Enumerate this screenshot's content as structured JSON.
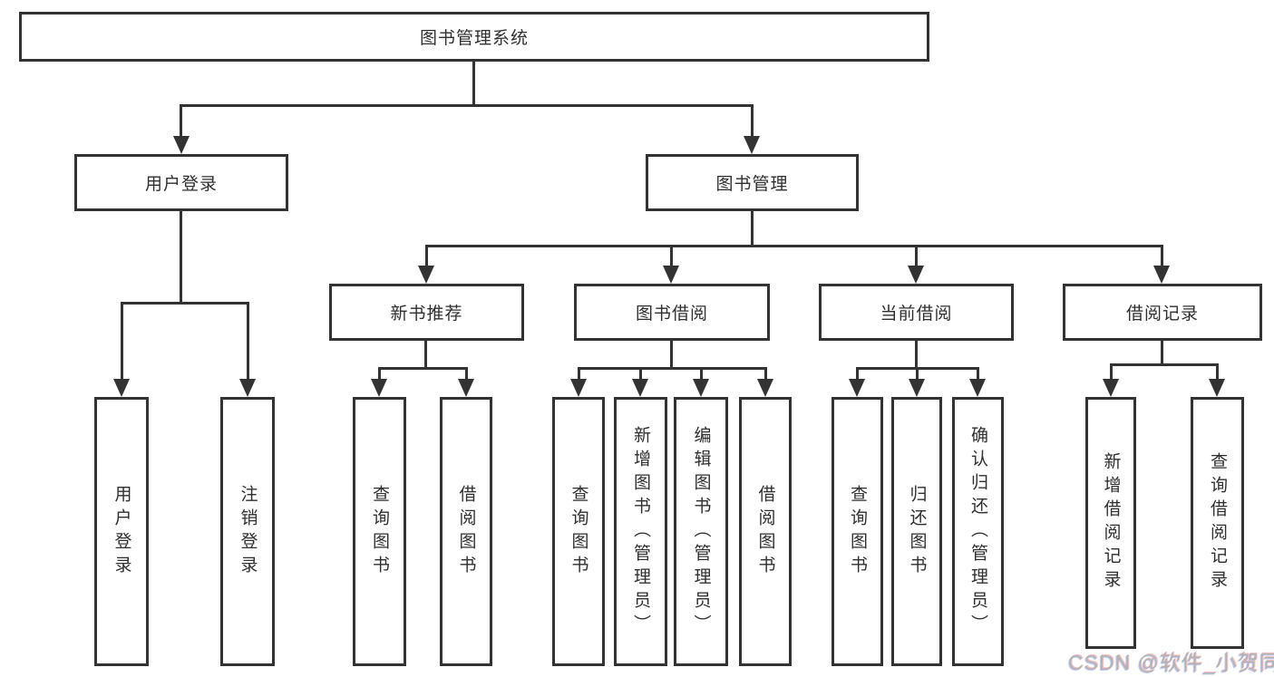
{
  "diagram": {
    "type": "hierarchy-tree",
    "colors": {
      "line": "#333333",
      "box_border": "#333333",
      "box_fill": "#ffffff",
      "text": "#2f2f2f",
      "watermark": "#b3b3b3"
    }
  },
  "tree": {
    "label": "图书管理系统",
    "children": [
      {
        "label": "用户登录",
        "children": [
          {
            "label": "用户登录"
          },
          {
            "label": "注销登录"
          }
        ]
      },
      {
        "label": "图书管理",
        "children": [
          {
            "label": "新书推荐",
            "children": [
              {
                "label": "查询图书"
              },
              {
                "label": "借阅图书"
              }
            ]
          },
          {
            "label": "图书借阅",
            "children": [
              {
                "label": "查询图书"
              },
              {
                "label": "新增图书（管理员）"
              },
              {
                "label": "编辑图书（管理员）"
              },
              {
                "label": "借阅图书"
              }
            ]
          },
          {
            "label": "当前借阅",
            "children": [
              {
                "label": "查询图书"
              },
              {
                "label": "归还图书"
              },
              {
                "label": "确认归还（管理员）"
              }
            ]
          },
          {
            "label": "借阅记录",
            "children": [
              {
                "label": "新增借阅记录"
              },
              {
                "label": "查询借阅记录"
              }
            ]
          }
        ]
      }
    ]
  },
  "watermark": {
    "text": "CSDN @软件_小贺同学"
  }
}
